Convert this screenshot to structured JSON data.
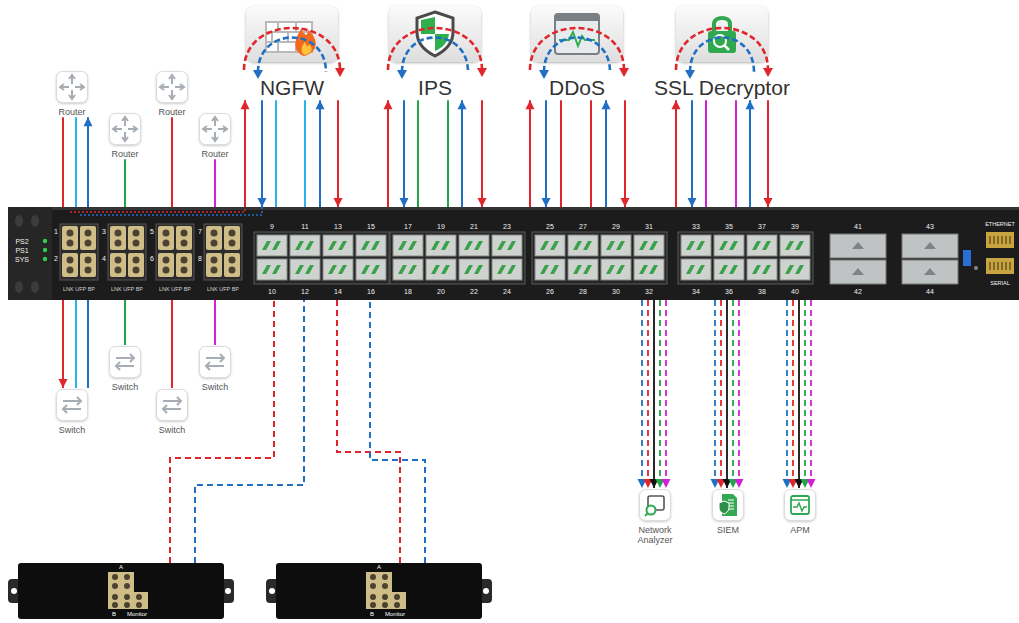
{
  "diagram": {
    "nodes": [
      {
        "text": [
          "NGFW"
        ]
      },
      {
        "text": [
          "IPS"
        ]
      },
      {
        "text": [
          "DDoS"
        ]
      },
      {
        "text": [
          "SSL Decryptor"
        ]
      },
      {
        "text": [
          "Router"
        ]
      },
      {
        "text": [
          "Router"
        ]
      },
      {
        "text": [
          "Router"
        ]
      },
      {
        "text": [
          "Router"
        ]
      },
      {
        "text": [
          "PS2",
          "PS1",
          "SYS",
          "ETHERNET",
          "SERIAL"
        ]
      },
      {
        "text": [
          "Switch"
        ]
      },
      {
        "text": [
          "Switch"
        ]
      },
      {
        "text": [
          "Switch"
        ]
      },
      {
        "text": [
          "Switch"
        ]
      },
      {
        "text": [
          "Network Analyzer"
        ]
      },
      {
        "text": [
          "SIEM"
        ]
      },
      {
        "text": [
          "APM"
        ]
      },
      {
        "text": [
          "A",
          "B",
          "Monitor"
        ]
      },
      {
        "text": [
          "A",
          "B",
          "Monitor"
        ]
      }
    ],
    "edges": [
      {
        "from": 8,
        "to": 0,
        "arrow": "to"
      },
      {
        "from": 0,
        "to": 8,
        "arrow": "to"
      },
      {
        "from": 8,
        "to": 0,
        "arrow": "none"
      },
      {
        "from": 8,
        "to": 0,
        "arrow": "none"
      },
      {
        "from": 8,
        "to": 0,
        "arrow": "to"
      },
      {
        "from": 0,
        "to": 8,
        "arrow": "to"
      },
      {
        "from": 8,
        "to": 1,
        "arrow": "to"
      },
      {
        "from": 1,
        "to": 8,
        "arrow": "to"
      },
      {
        "from": 8,
        "to": 1,
        "arrow": "none"
      },
      {
        "from": 8,
        "to": 1,
        "arrow": "none"
      },
      {
        "from": 8,
        "to": 1,
        "arrow": "to"
      },
      {
        "from": 1,
        "to": 8,
        "arrow": "to"
      },
      {
        "from": 8,
        "to": 2,
        "arrow": "to"
      },
      {
        "from": 2,
        "to": 8,
        "arrow": "to"
      },
      {
        "from": 8,
        "to": 2,
        "arrow": "none"
      },
      {
        "from": 8,
        "to": 2,
        "arrow": "none"
      },
      {
        "from": 8,
        "to": 2,
        "arrow": "to"
      },
      {
        "from": 2,
        "to": 8,
        "arrow": "to"
      },
      {
        "from": 8,
        "to": 3,
        "arrow": "to"
      },
      {
        "from": 3,
        "to": 8,
        "arrow": "to"
      },
      {
        "from": 8,
        "to": 3,
        "arrow": "none"
      },
      {
        "from": 8,
        "to": 3,
        "arrow": "none"
      },
      {
        "from": 8,
        "to": 3,
        "arrow": "to"
      },
      {
        "from": 3,
        "to": 8,
        "arrow": "to"
      },
      {
        "from": 4,
        "to": 11,
        "arrow": "to"
      },
      {
        "from": 11,
        "to": 4,
        "arrow": "to"
      },
      {
        "from": 4,
        "to": 11,
        "arrow": "none"
      },
      {
        "from": 6,
        "to": 9,
        "arrow": "none"
      },
      {
        "from": 5,
        "to": 12,
        "arrow": "none"
      },
      {
        "from": 7,
        "to": 10,
        "arrow": "none"
      },
      {
        "from": 8,
        "to": 13,
        "arrow": "to"
      },
      {
        "from": 8,
        "to": 13,
        "arrow": "to"
      },
      {
        "from": 8,
        "to": 13,
        "arrow": "to"
      },
      {
        "from": 8,
        "to": 13,
        "arrow": "to"
      },
      {
        "from": 8,
        "to": 13,
        "arrow": "to"
      },
      {
        "from": 8,
        "to": 14,
        "arrow": "to"
      },
      {
        "from": 8,
        "to": 14,
        "arrow": "to"
      },
      {
        "from": 8,
        "to": 14,
        "arrow": "to"
      },
      {
        "from": 8,
        "to": 14,
        "arrow": "to"
      },
      {
        "from": 8,
        "to": 14,
        "arrow": "to"
      },
      {
        "from": 8,
        "to": 15,
        "arrow": "to"
      },
      {
        "from": 8,
        "to": 15,
        "arrow": "to"
      },
      {
        "from": 8,
        "to": 15,
        "arrow": "to"
      },
      {
        "from": 8,
        "to": 15,
        "arrow": "to"
      },
      {
        "from": 8,
        "to": 15,
        "arrow": "to"
      },
      {
        "from": 16,
        "to": 8,
        "arrow": "none"
      },
      {
        "from": 16,
        "to": 8,
        "arrow": "none"
      },
      {
        "from": 17,
        "to": 8,
        "arrow": "none"
      },
      {
        "from": 17,
        "to": 8,
        "arrow": "none"
      }
    ],
    "labels": [
      "1",
      "3",
      "5",
      "7",
      "2",
      "4",
      "6",
      "8",
      "LNK UFP BP",
      "LNK UFP BP",
      "LNK UFP BP",
      "LNK UFP BP",
      "9",
      "11",
      "13",
      "15",
      "17",
      "19",
      "21",
      "23",
      "25",
      "27",
      "29",
      "31",
      "33",
      "35",
      "37",
      "39",
      "41",
      "43",
      "10",
      "12",
      "14",
      "16",
      "18",
      "20",
      "22",
      "24",
      "26",
      "28",
      "30",
      "32",
      "34",
      "36",
      "38",
      "40",
      "42",
      "44"
    ]
  }
}
